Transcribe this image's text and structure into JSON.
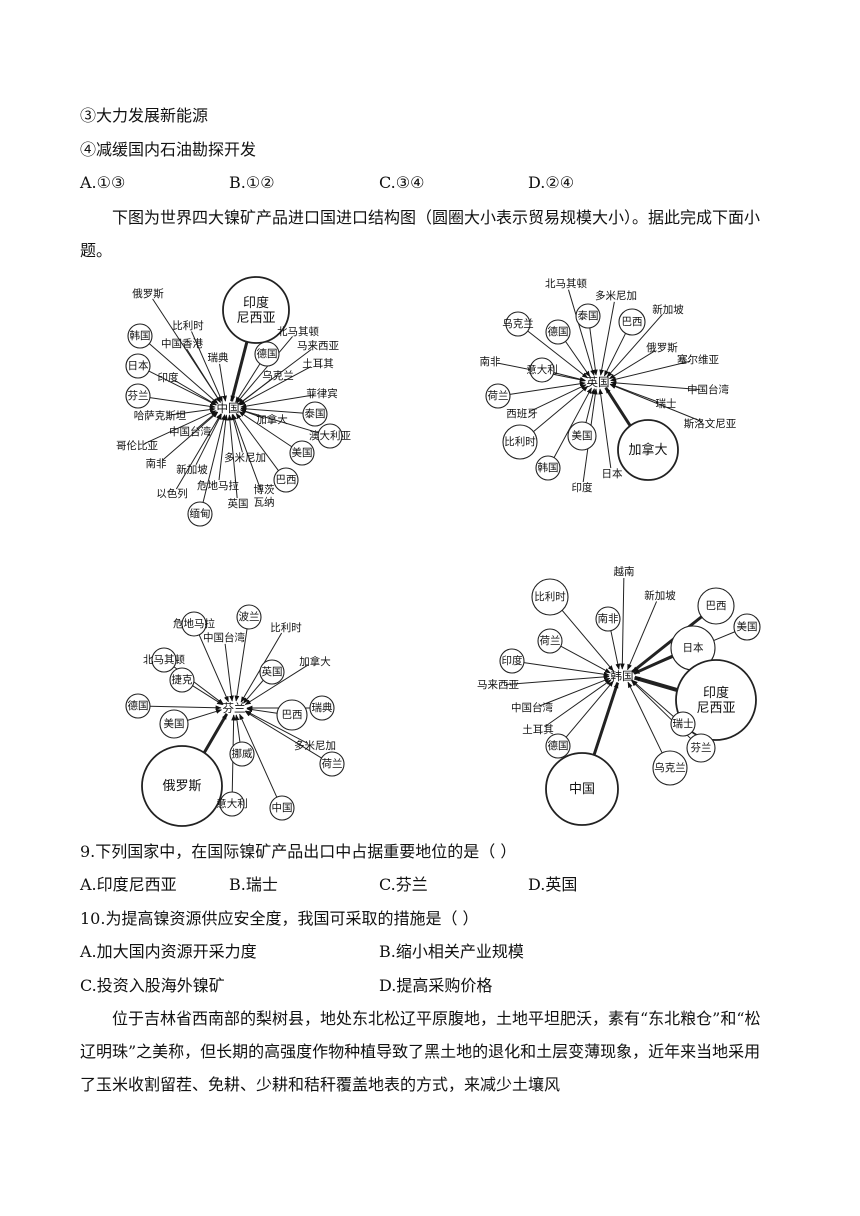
{
  "prev_options": [
    "③大力发展新能源",
    "④减缓国内石油勘探开发"
  ],
  "prev_answers": [
    "A.①③",
    "B.①②",
    "C.③④",
    "D.②④"
  ],
  "intro": "下图为世界四大镍矿产品进口国进口结构图（圆圈大小表示贸易规模大小）。据此完成下面小题。",
  "diagrams": [
    {
      "center": "中国",
      "nodes": [
        {
          "label": "俄罗斯"
        },
        {
          "label": "印度\n尼西亚"
        },
        {
          "label": "韩国"
        },
        {
          "label": "比利时"
        },
        {
          "label": "中国香港"
        },
        {
          "label": "瑞典"
        },
        {
          "label": "北马其顿"
        },
        {
          "label": "德国"
        },
        {
          "label": "马来西亚"
        },
        {
          "label": "土耳其"
        },
        {
          "label": "日本"
        },
        {
          "label": "印度"
        },
        {
          "label": "乌克兰"
        },
        {
          "label": "菲律宾"
        },
        {
          "label": "芬兰"
        },
        {
          "label": "哈萨克斯坦"
        },
        {
          "label": "加拿大"
        },
        {
          "label": "泰国"
        },
        {
          "label": "中国台湾"
        },
        {
          "label": "澳大利亚"
        },
        {
          "label": "哥伦比亚"
        },
        {
          "label": "美国"
        },
        {
          "label": "南非"
        },
        {
          "label": "多米尼加"
        },
        {
          "label": "新加坡"
        },
        {
          "label": "巴西"
        },
        {
          "label": "以色列"
        },
        {
          "label": "危地马拉"
        },
        {
          "label": "博茨\n瓦纳"
        },
        {
          "label": "英国"
        },
        {
          "label": "缅甸"
        }
      ]
    },
    {
      "center": "英国",
      "nodes": [
        {
          "label": "北马其顿"
        },
        {
          "label": "多米尼加"
        },
        {
          "label": "乌克兰"
        },
        {
          "label": "泰国"
        },
        {
          "label": "新加坡"
        },
        {
          "label": "德国"
        },
        {
          "label": "巴西"
        },
        {
          "label": "俄罗斯"
        },
        {
          "label": "南非"
        },
        {
          "label": "塞尔维亚"
        },
        {
          "label": "意大利"
        },
        {
          "label": "中国台湾"
        },
        {
          "label": "荷兰"
        },
        {
          "label": "瑞士"
        },
        {
          "label": "西班牙"
        },
        {
          "label": "斯洛文尼亚"
        },
        {
          "label": "比利时"
        },
        {
          "label": "美国"
        },
        {
          "label": "加拿大"
        },
        {
          "label": "韩国"
        },
        {
          "label": "日本"
        },
        {
          "label": "印度"
        }
      ]
    },
    {
      "center": "芬兰",
      "nodes": [
        {
          "label": "危地马拉"
        },
        {
          "label": "波兰"
        },
        {
          "label": "中国台湾"
        },
        {
          "label": "比利时"
        },
        {
          "label": "北马其顿"
        },
        {
          "label": "加拿大"
        },
        {
          "label": "英国"
        },
        {
          "label": "捷克"
        },
        {
          "label": "德国"
        },
        {
          "label": "巴西"
        },
        {
          "label": "瑞典"
        },
        {
          "label": "美国"
        },
        {
          "label": "多米尼加"
        },
        {
          "label": "荷兰"
        },
        {
          "label": "挪威"
        },
        {
          "label": "俄罗斯"
        },
        {
          "label": "意大利"
        },
        {
          "label": "中国"
        }
      ]
    },
    {
      "center": "韩国",
      "nodes": [
        {
          "label": "越南"
        },
        {
          "label": "比利时"
        },
        {
          "label": "新加坡"
        },
        {
          "label": "巴西"
        },
        {
          "label": "美国"
        },
        {
          "label": "南非"
        },
        {
          "label": "荷兰"
        },
        {
          "label": "日本"
        },
        {
          "label": "印度"
        },
        {
          "label": "印度\n尼西亚"
        },
        {
          "label": "马来西亚"
        },
        {
          "label": "中国台湾"
        },
        {
          "label": "瑞士"
        },
        {
          "label": "土耳其"
        },
        {
          "label": "德国"
        },
        {
          "label": "芬兰"
        },
        {
          "label": "乌克兰"
        },
        {
          "label": "中国"
        }
      ]
    }
  ],
  "q9": {
    "stem": "9.下列国家中，在国际镍矿产品出口中占据重要地位的是（    ）",
    "options": [
      "A.印度尼西亚",
      "B.瑞士",
      "C.芬兰",
      "D.英国"
    ]
  },
  "q10": {
    "stem": "10.为提高镍资源供应安全度，我国可采取的措施是（    ）",
    "options": [
      "A.加大国内资源开采力度",
      "B.缩小相关产业规模",
      "C.投资入股海外镍矿",
      "D.提高采购价格"
    ]
  },
  "passage": "位于吉林省西南部的梨树县，地处东北松辽平原腹地，土地平坦肥沃，素有“东北粮仓”和“松辽明珠”之美称，但长期的高强度作物种植导致了黑土地的退化和土层变薄现象，近年来当地采用了玉米收割留茬、免耕、少耕和秸秆覆盖地表的方式，来减少土壤风"
}
